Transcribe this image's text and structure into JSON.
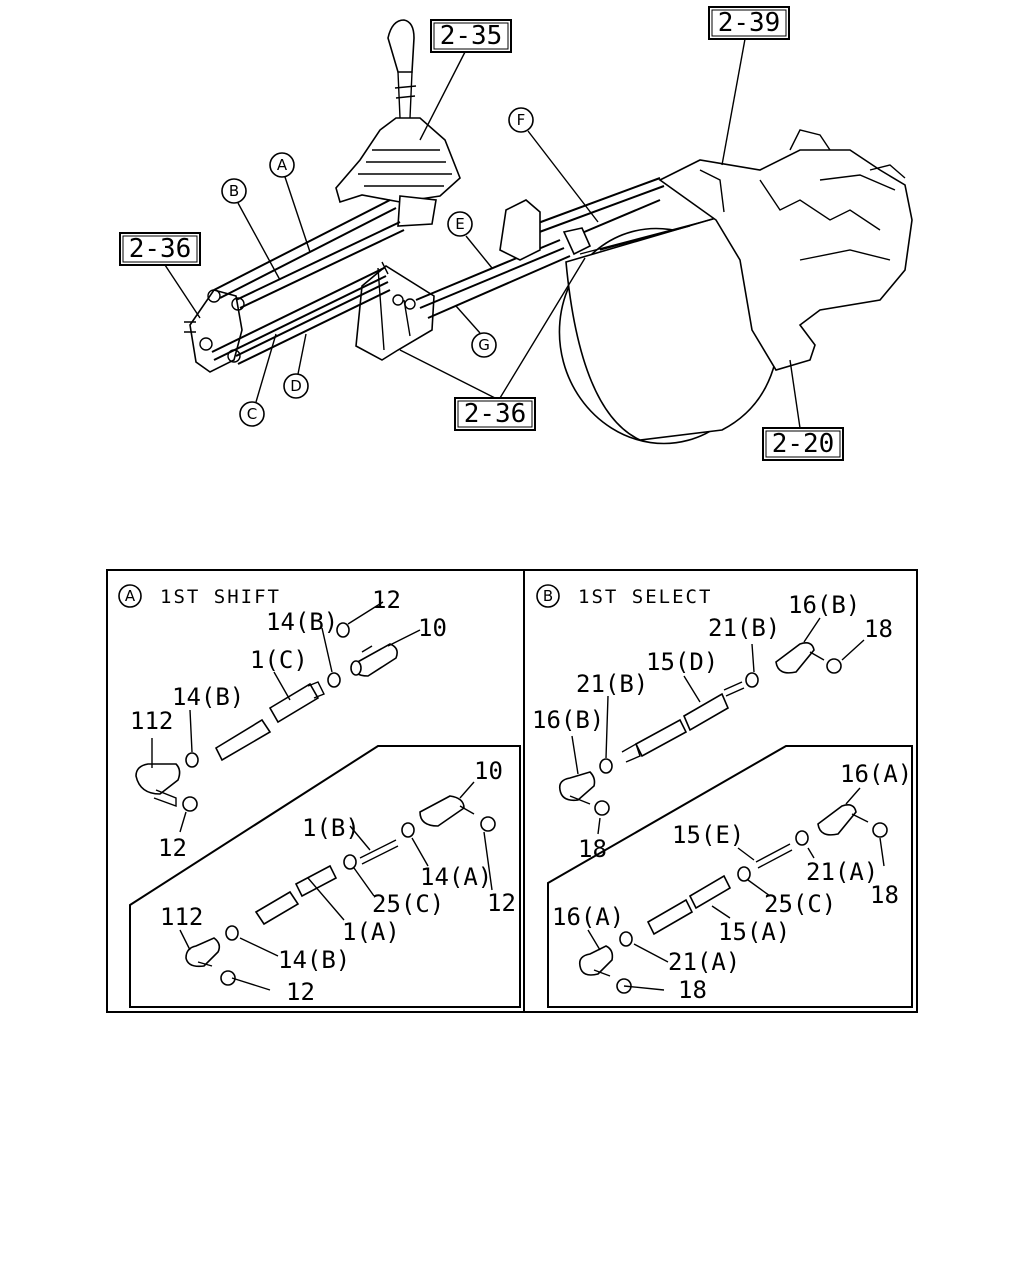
{
  "overview": {
    "ref_boxes": [
      "2-35",
      "2-39",
      "2-36",
      "2-36",
      "2-20"
    ],
    "circle_labels": [
      "A",
      "B",
      "C",
      "D",
      "E",
      "F",
      "G"
    ]
  },
  "panel_a": {
    "badge": "A",
    "title": "1ST SHIFT",
    "callouts": [
      "12",
      "14(B)",
      "10",
      "1(C)",
      "14(B)",
      "112",
      "12",
      "10",
      "1(B)",
      "14(A)",
      "12",
      "25(C)",
      "1(A)",
      "112",
      "14(B)",
      "12"
    ]
  },
  "panel_b": {
    "badge": "B",
    "title": "1ST SELECT",
    "callouts": [
      "16(B)",
      "21(B)",
      "18",
      "15(D)",
      "21(B)",
      "16(B)",
      "18",
      "16(A)",
      "15(E)",
      "21(A)",
      "18",
      "25(C)",
      "15(A)",
      "16(A)",
      "21(A)",
      "18"
    ]
  }
}
